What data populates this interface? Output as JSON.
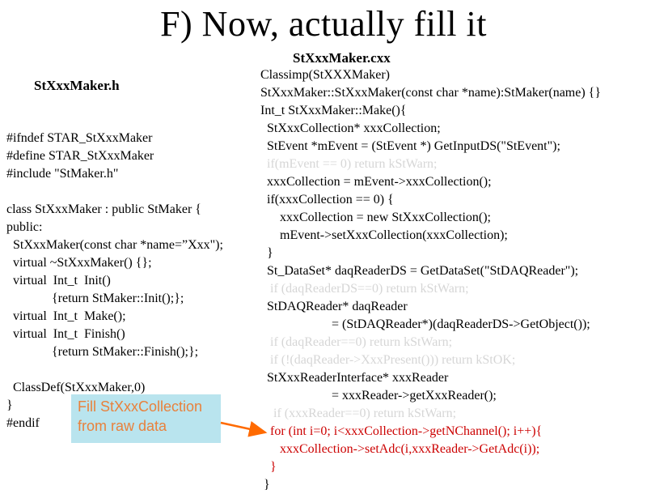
{
  "slide": {
    "title": "F) Now, actually fill it"
  },
  "header_file": {
    "name": "StXxxMaker.h",
    "lines": [
      {
        "text": "",
        "style": "normal"
      },
      {
        "text": "#ifndef STAR_StXxxMaker",
        "style": "normal"
      },
      {
        "text": "#define STAR_StXxxMaker",
        "style": "normal"
      },
      {
        "text": "#include \"StMaker.h\"",
        "style": "normal"
      },
      {
        "text": "",
        "style": "normal"
      },
      {
        "text": "class StXxxMaker : public StMaker {",
        "style": "normal"
      },
      {
        "text": "public:",
        "style": "normal"
      },
      {
        "text": "  StXxxMaker(const char *name=”Xxx\");",
        "style": "normal"
      },
      {
        "text": "  virtual ~StXxxMaker() {};",
        "style": "normal"
      },
      {
        "text": "  virtual  Int_t  Init()",
        "style": "normal"
      },
      {
        "text": "              {return StMaker::Init();};",
        "style": "normal"
      },
      {
        "text": "  virtual  Int_t  Make();",
        "style": "normal"
      },
      {
        "text": "  virtual  Int_t  Finish()",
        "style": "normal"
      },
      {
        "text": "              {return StMaker::Finish();};",
        "style": "normal"
      },
      {
        "text": "",
        "style": "normal"
      },
      {
        "text": "  ClassDef(StXxxMaker,0)",
        "style": "normal"
      },
      {
        "text": "}",
        "style": "normal"
      },
      {
        "text": "#endif",
        "style": "normal"
      }
    ]
  },
  "source_file": {
    "name": "StXxxMaker.cxx",
    "lines": [
      {
        "text": "Classimp(StXXXMaker)",
        "style": "normal"
      },
      {
        "text": "StXxxMaker::StXxxMaker(const char *name):StMaker(name) {}",
        "style": "normal"
      },
      {
        "text": "Int_t StXxxMaker::Make(){",
        "style": "normal"
      },
      {
        "text": "  StXxxCollection* xxxCollection;",
        "style": "normal"
      },
      {
        "text": "  StEvent *mEvent = (StEvent *) GetInputDS(\"StEvent\");",
        "style": "normal"
      },
      {
        "text": "  if(mEvent == 0) return kStWarn;",
        "style": "faint"
      },
      {
        "text": "  xxxCollection = mEvent->xxxCollection();",
        "style": "normal"
      },
      {
        "text": "  if(xxxCollection == 0) {",
        "style": "normal"
      },
      {
        "text": "      xxxCollection = new StXxxCollection();",
        "style": "normal"
      },
      {
        "text": "      mEvent->setXxxCollection(xxxCollection);",
        "style": "normal"
      },
      {
        "text": "  }",
        "style": "normal"
      },
      {
        "text": "  St_DataSet* daqReaderDS = GetDataSet(\"StDAQReader\");",
        "style": "normal"
      },
      {
        "text": "   if (daqReaderDS==0) return kStWarn;",
        "style": "faint"
      },
      {
        "text": "  StDAQReader* daqReader",
        "style": "normal"
      },
      {
        "text": "                      = (StDAQReader*)(daqReaderDS->GetObject());",
        "style": "normal"
      },
      {
        "text": "   if (daqReader==0) return kStWarn;",
        "style": "faint"
      },
      {
        "text": "   if (!(daqReader->XxxPresent())) return kStOK;",
        "style": "faint"
      },
      {
        "text": "  StXxxReaderInterface* xxxReader",
        "style": "normal"
      },
      {
        "text": "                      = xxxReader->getXxxReader();",
        "style": "normal"
      },
      {
        "text": "    if (xxxReader==0) return kStWarn;",
        "style": "faint"
      },
      {
        "text": "   for (int i=0; i<xxxCollection->getNChannel(); i++){",
        "style": "red"
      },
      {
        "text": "      xxxCollection->setAdc(i,xxxReader->GetAdc(i));",
        "style": "red"
      },
      {
        "text": "   }",
        "style": "red"
      },
      {
        "text": " }",
        "style": "normal"
      }
    ]
  },
  "callout": {
    "line1": "Fill StXxxCollection",
    "line2": "from raw data"
  },
  "colors": {
    "faint_code": "#d6d6d6",
    "highlight_code": "#cc0000",
    "callout_bg": "#b9e4ee",
    "callout_text": "#e8813c",
    "arrow": "#ff6a00"
  }
}
